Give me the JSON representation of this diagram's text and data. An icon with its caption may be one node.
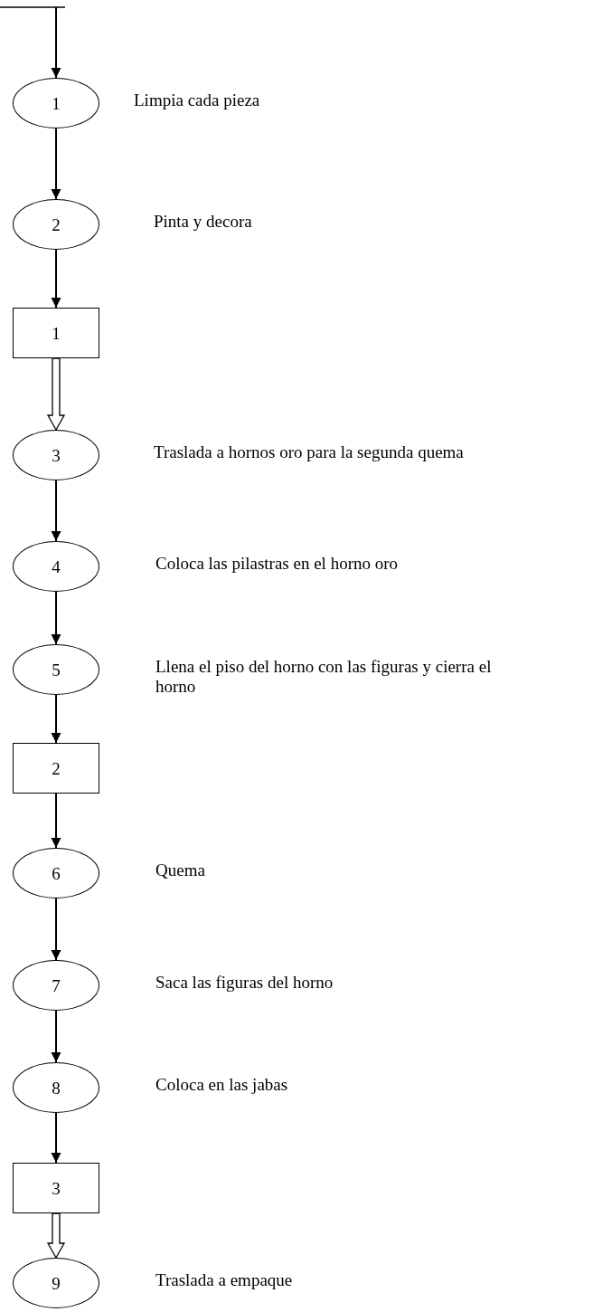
{
  "diagram": {
    "nodes": [
      {
        "text": [
          "1"
        ],
        "beside": [
          "Limpia cada pieza"
        ]
      },
      {
        "text": [
          "2"
        ],
        "beside": [
          "Pinta y decora"
        ]
      },
      {
        "text": [
          "1"
        ]
      },
      {
        "text": [
          "3"
        ],
        "beside": [
          "Traslada a hornos oro para la segunda quema"
        ]
      },
      {
        "text": [
          "4"
        ],
        "beside": [
          "Coloca las pilastras en el horno oro"
        ]
      },
      {
        "text": [
          "5"
        ],
        "beside": [
          "Llena el piso del horno con las figuras y cierra el horno"
        ]
      },
      {
        "text": [
          "2"
        ]
      },
      {
        "text": [
          "6"
        ],
        "beside": [
          "Quema"
        ]
      },
      {
        "text": [
          "7"
        ],
        "beside": [
          "Saca las figuras del horno"
        ]
      },
      {
        "text": [
          "8"
        ],
        "beside": [
          "Coloca en las jabas"
        ]
      },
      {
        "text": [
          "3"
        ]
      },
      {
        "text": [
          "9"
        ],
        "beside": [
          "Traslada a empaque"
        ]
      }
    ],
    "edges": [
      {
        "from": null,
        "to": 0,
        "arrow": "to"
      },
      {
        "from": 0,
        "to": 1,
        "arrow": "to"
      },
      {
        "from": 1,
        "to": 2,
        "arrow": "to"
      },
      {
        "from": 2,
        "to": 3,
        "arrow": "to",
        "style": "thick"
      },
      {
        "from": 3,
        "to": 4,
        "arrow": "to"
      },
      {
        "from": 4,
        "to": 5,
        "arrow": "to"
      },
      {
        "from": 5,
        "to": 6,
        "arrow": "to"
      },
      {
        "from": 6,
        "to": 7,
        "arrow": "to"
      },
      {
        "from": 7,
        "to": 8,
        "arrow": "to"
      },
      {
        "from": 8,
        "to": 9,
        "arrow": "to"
      },
      {
        "from": 9,
        "to": 10,
        "arrow": "to"
      },
      {
        "from": 10,
        "to": 11,
        "arrow": "to",
        "style": "thick"
      }
    ]
  }
}
